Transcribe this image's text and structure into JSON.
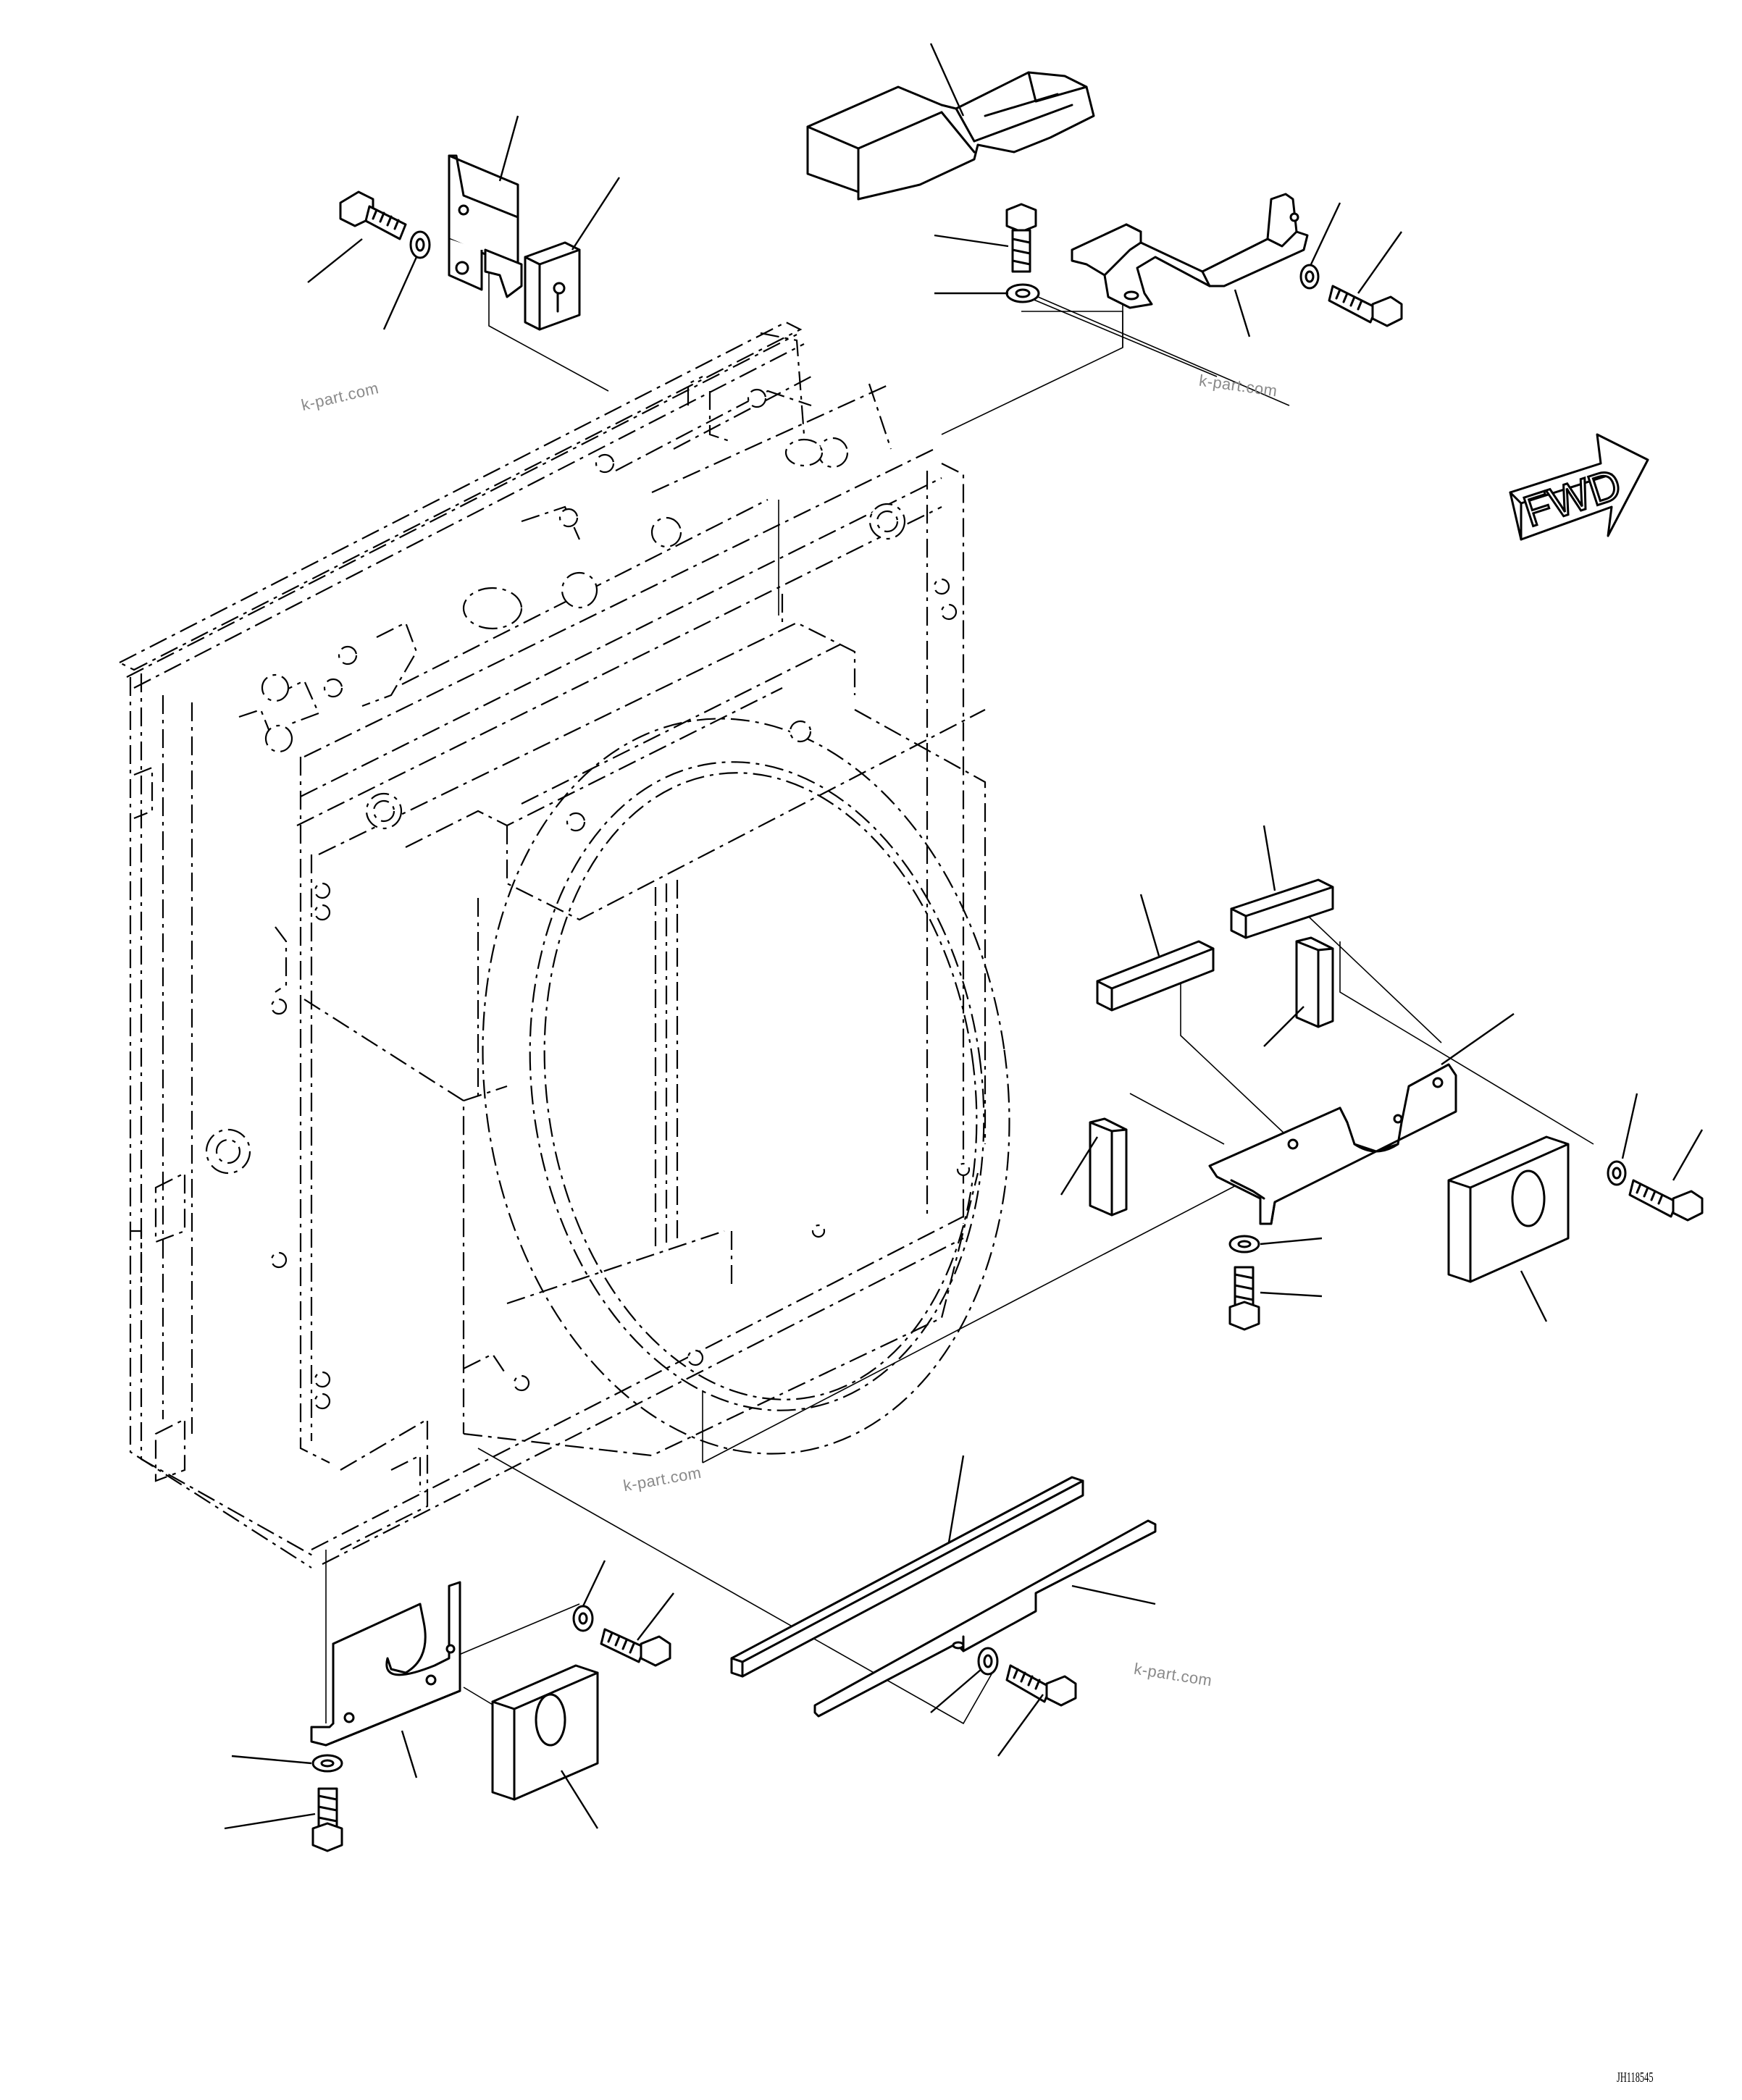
{
  "watermarks": [
    "k-part.com",
    "k-part.com",
    "k-part.com",
    "k-part.com"
  ],
  "direction_label": "FWD",
  "drawing_code": "JH118545",
  "colors": {
    "line": "#000000",
    "watermark": "#8a8a8a",
    "background": "#ffffff"
  }
}
